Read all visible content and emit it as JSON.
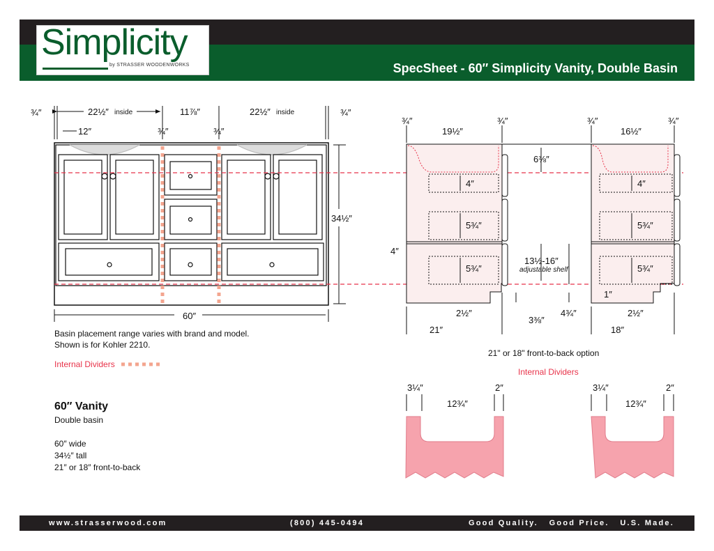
{
  "brand": {
    "logo_word": "Simplicity",
    "logo_sub": "by STRASSER WOODENWORKS"
  },
  "header": {
    "title": "SpecSheet - 60″ Simplicity Vanity, Double Basin"
  },
  "front_dims": {
    "q_left": "¾″",
    "basin_left": "22½″",
    "inside_l": "inside",
    "middle": "11⅞″",
    "basin_right": "22½″",
    "inside_r": "inside",
    "q_right": "¾″",
    "door12": "12″",
    "div1": "¾″",
    "div2": "¾″",
    "height": "34½″",
    "width": "60″"
  },
  "notes": {
    "basin_line1": "Basin placement range varies with brand and model.",
    "basin_line2": "Shown is for Kohler 2210.",
    "dividers_label": "Internal Dividers"
  },
  "spec": {
    "heading": "60″ Vanity",
    "sub": "Double basin",
    "w": "60″ wide",
    "h": "34½″ tall",
    "d": "21″ or 18″ front-to-back"
  },
  "side21": {
    "q1": "¾″",
    "q2": "¾″",
    "top": "19½″",
    "gap": "6⅜″",
    "d1": "4″",
    "d2": "5¾″",
    "d3": "5¾″",
    "left4": "4″",
    "shelf": "13½-16″",
    "shelf_note": "adjustable shelf",
    "toe": "2½″",
    "toeh": "3⅜″",
    "toe2": "4¾″",
    "depth": "21″"
  },
  "side18": {
    "q1": "¾″",
    "q2": "¾″",
    "top": "16½″",
    "d1": "4″",
    "d2": "5¾″",
    "d3": "5¾″",
    "one": "1″",
    "toe": "2½″",
    "depth": "18″"
  },
  "option_note": "21\" or 18\" front-to-back option",
  "dividers_title": "Internal Dividers",
  "div21": {
    "a": "3¼″",
    "b": "2″",
    "c": "12¾″"
  },
  "div18": {
    "a": "3¼″",
    "b": "2″",
    "c": "12¾″"
  },
  "footer": {
    "url": "www.strasserwood.com",
    "phone": "(800) 445-0494",
    "tag": "Good Quality.   Good Price.   U.S. Made."
  },
  "colors": {
    "green": "#0a5d2c",
    "dark": "#231f20",
    "red": "#e8334a",
    "pinkfill": "#f6a3ad",
    "panel": "#fbeeee"
  }
}
